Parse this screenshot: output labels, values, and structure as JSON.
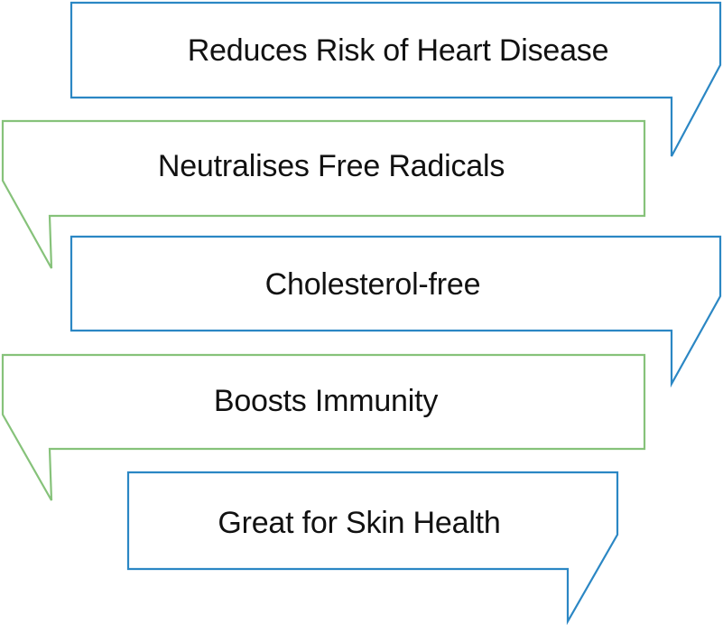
{
  "colors": {
    "blue": "#2b87c4",
    "green": "#86c27a",
    "text": "#111111"
  },
  "callouts": [
    {
      "text": "Reduces Risk of Heart Disease",
      "color": "blue",
      "tail": "right"
    },
    {
      "text": "Neutralises Free Radicals",
      "color": "green",
      "tail": "left"
    },
    {
      "text": "Cholesterol-free",
      "color": "blue",
      "tail": "right"
    },
    {
      "text": "Boosts Immunity",
      "color": "green",
      "tail": "left"
    },
    {
      "text": "Great for Skin Health",
      "color": "blue",
      "tail": "right"
    }
  ]
}
